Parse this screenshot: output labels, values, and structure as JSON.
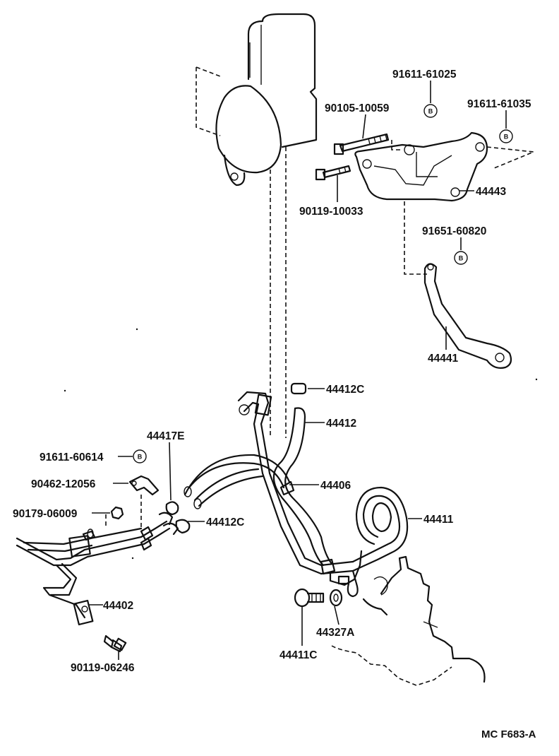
{
  "parts": {
    "p91611_61025": "91611-61025",
    "p90105_10059": "90105-10059",
    "p91611_61035": "91611-61035",
    "p44443": "44443",
    "p90119_10033": "90119-10033",
    "p91651_60820": "91651-60820",
    "p44441": "44441",
    "p44412C_top": "44412C",
    "p44412": "44412",
    "p44417E": "44417E",
    "p91611_60614": "91611-60614",
    "p90462_12056": "90462-12056",
    "p44406": "44406",
    "p90179_06009": "90179-06009",
    "p44412C_bottom": "44412C",
    "p44411": "44411",
    "p44402": "44402",
    "p44327A": "44327A",
    "p90119_06246": "90119-06246",
    "p44411C": "44411C"
  },
  "bolt_mark": "B",
  "diagram_code": "MC F683-A"
}
